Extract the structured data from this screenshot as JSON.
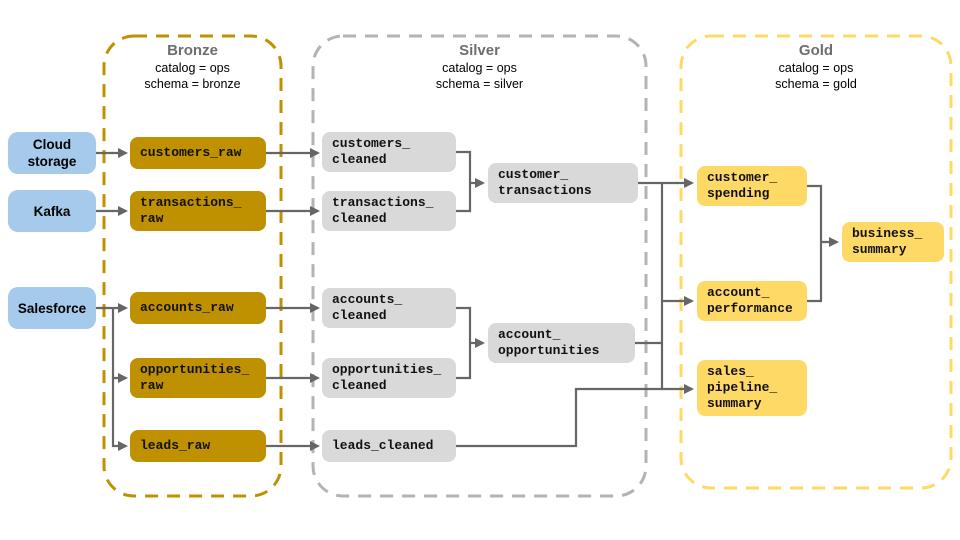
{
  "zones": {
    "bronze": {
      "title": "Bronze",
      "catalog": "catalog = ops",
      "schema": "schema = bronze"
    },
    "silver": {
      "title": "Silver",
      "catalog": "catalog = ops",
      "schema": "schema = silver"
    },
    "gold": {
      "title": "Gold",
      "catalog": "catalog = ops",
      "schema": "schema = gold"
    }
  },
  "sources": {
    "cloud_storage": {
      "label": "Cloud\nstorage"
    },
    "kafka": {
      "label": "Kafka"
    },
    "salesforce": {
      "label": "Salesforce"
    }
  },
  "tables": {
    "customers_raw": {
      "label": "customers_raw",
      "zone": "bronze"
    },
    "transactions_raw": {
      "label": "transactions_\nraw",
      "zone": "bronze"
    },
    "accounts_raw": {
      "label": "accounts_raw",
      "zone": "bronze"
    },
    "opportunities_raw": {
      "label": "opportunities_\nraw",
      "zone": "bronze"
    },
    "leads_raw": {
      "label": "leads_raw",
      "zone": "bronze"
    },
    "customers_cleaned": {
      "label": "customers_\ncleaned",
      "zone": "silver"
    },
    "transactions_cleaned": {
      "label": "transactions_\ncleaned",
      "zone": "silver"
    },
    "customer_transactions": {
      "label": "customer_\ntransactions",
      "zone": "silver"
    },
    "accounts_cleaned": {
      "label": "accounts_\ncleaned",
      "zone": "silver"
    },
    "opportunities_cleaned": {
      "label": "opportunities_\ncleaned",
      "zone": "silver"
    },
    "account_opportunities": {
      "label": "account_\nopportunities",
      "zone": "silver"
    },
    "leads_cleaned": {
      "label": "leads_cleaned",
      "zone": "silver"
    },
    "customer_spending": {
      "label": "customer_\nspending",
      "zone": "gold"
    },
    "account_performance": {
      "label": "account_\nperformance",
      "zone": "gold"
    },
    "business_summary": {
      "label": "business_\nsummary",
      "zone": "gold"
    },
    "sales_pipeline_summary": {
      "label": "sales_\npipeline_\nsummary",
      "zone": "gold"
    }
  },
  "edges": [
    {
      "from": "cloud_storage",
      "to": "customers_raw"
    },
    {
      "from": "kafka",
      "to": "transactions_raw"
    },
    {
      "from": "salesforce",
      "to": "accounts_raw"
    },
    {
      "from": "salesforce",
      "to": "opportunities_raw"
    },
    {
      "from": "salesforce",
      "to": "leads_raw"
    },
    {
      "from": "customers_raw",
      "to": "customers_cleaned"
    },
    {
      "from": "transactions_raw",
      "to": "transactions_cleaned"
    },
    {
      "from": "accounts_raw",
      "to": "accounts_cleaned"
    },
    {
      "from": "opportunities_raw",
      "to": "opportunities_cleaned"
    },
    {
      "from": "leads_raw",
      "to": "leads_cleaned"
    },
    {
      "from": "customers_cleaned",
      "to": "customer_transactions"
    },
    {
      "from": "transactions_cleaned",
      "to": "customer_transactions"
    },
    {
      "from": "accounts_cleaned",
      "to": "account_opportunities"
    },
    {
      "from": "opportunities_cleaned",
      "to": "account_opportunities"
    },
    {
      "from": "customer_transactions",
      "to": "customer_spending"
    },
    {
      "from": "customer_transactions",
      "to": "account_performance"
    },
    {
      "from": "account_opportunities",
      "to": "account_performance"
    },
    {
      "from": "account_opportunities",
      "to": "sales_pipeline_summary"
    },
    {
      "from": "leads_cleaned",
      "to": "sales_pipeline_summary"
    },
    {
      "from": "customer_spending",
      "to": "business_summary"
    },
    {
      "from": "account_performance",
      "to": "business_summary"
    }
  ],
  "colors": {
    "bronze_fill": "#BF9000",
    "bronze_border": "#BF9000",
    "silver_fill": "#D9D9D9",
    "silver_border": "#B3B3B3",
    "gold_fill": "#FFD966",
    "gold_border": "#FFD966",
    "source_fill": "#A5CAEC",
    "arrow": "#666666",
    "zone_title_gray": "#6E6E6E"
  }
}
